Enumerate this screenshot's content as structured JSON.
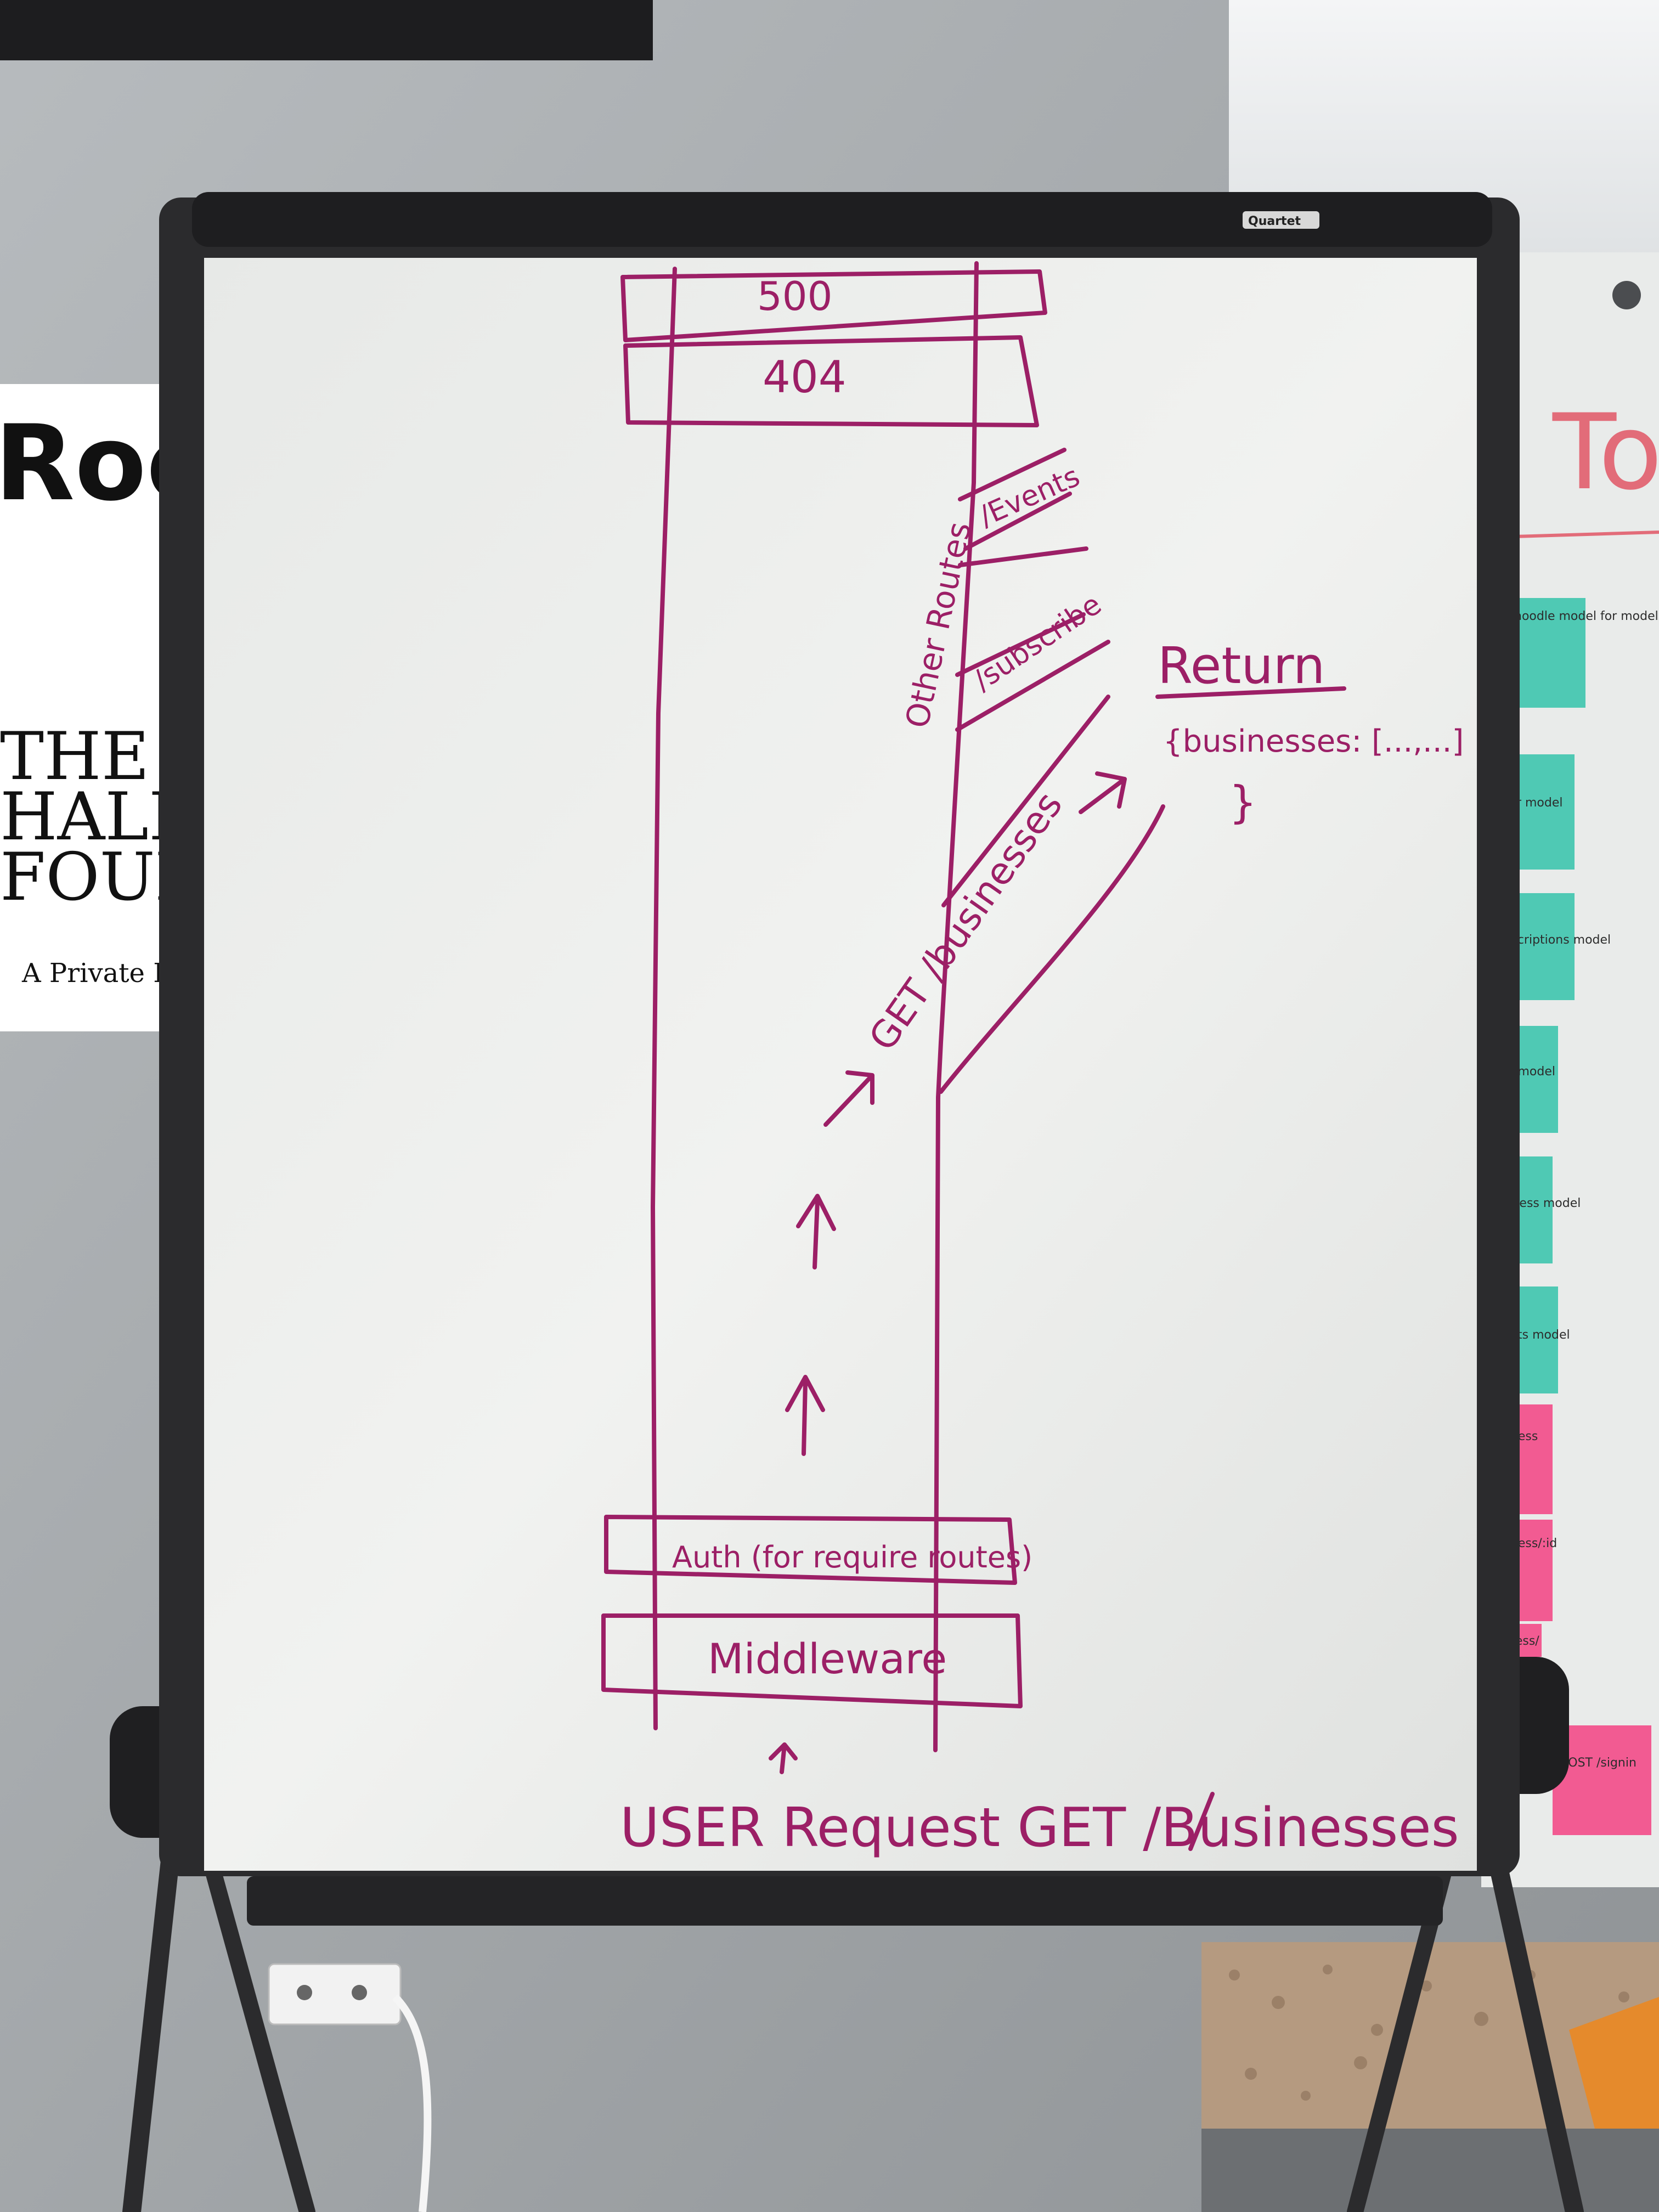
{
  "colors": {
    "wall": "#a9adb0",
    "whiteboard": "#eceeec",
    "frame": "#2b2b2d",
    "marker": "#9c1f66",
    "teal_note": "#4fc9b4",
    "pink_note": "#f25b92"
  },
  "poster": {
    "text_large": "Roc",
    "text_line1": "THE",
    "text_line2": "HALL",
    "text_line3": "FOUN",
    "text_small": "A Private Ph"
  },
  "right_board": {
    "heading": "To",
    "notes": [
      {
        "color": "teal",
        "text": "noodle model for models"
      },
      {
        "color": "teal",
        "text": "user model"
      },
      {
        "color": "teal",
        "text": "subscriptions model"
      },
      {
        "color": "teal",
        "text": "plan model"
      },
      {
        "color": "teal",
        "text": "business model"
      },
      {
        "color": "teal",
        "text": "events model"
      },
      {
        "color": "pink",
        "text": "/business"
      },
      {
        "color": "pink",
        "text": "/business/:id"
      },
      {
        "color": "pink",
        "text": "/business/"
      },
      {
        "color": "pink",
        "text": "POST /signin"
      }
    ]
  },
  "easel": {
    "brand": "Quartet"
  },
  "whiteboard": {
    "error_500": "500",
    "error_404": "404",
    "route_events": "/Events",
    "route_subscribe": "/subscribe",
    "other_routes": "Other Routes",
    "route_get_businesses": "GET /businesses",
    "return_label": "Return",
    "return_body_line1": "{businesses: [...,...]",
    "return_body_line2": "}",
    "auth_box": "Auth (for require routes)",
    "middleware_box": "Middleware",
    "user_request": "USER Request  GET  /Businesses"
  }
}
